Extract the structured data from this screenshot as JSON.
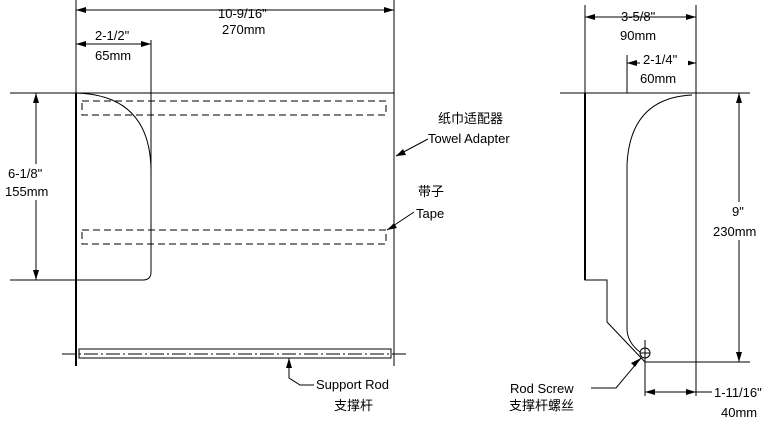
{
  "front_view": {
    "width_dim": {
      "imperial": "10-9/16\"",
      "metric": "270mm"
    },
    "slot_width_dim": {
      "imperial": "2-1/2\"",
      "metric": "65mm"
    },
    "height_dim": {
      "imperial": "6-1/8\"",
      "metric": "155mm"
    },
    "towel_adapter": {
      "chinese": "纸巾适配器",
      "english": "Towel Adapter"
    },
    "tape": {
      "chinese": "带子",
      "english": "Tape"
    },
    "support_rod": {
      "english": "Support Rod",
      "chinese": "支撑杆"
    }
  },
  "side_view": {
    "depth_dim": {
      "imperial": "3-5/8\"",
      "metric": "90mm"
    },
    "slot_depth_dim": {
      "imperial": "2-1/4\"",
      "metric": "60mm"
    },
    "height_dim": {
      "imperial": "9\"",
      "metric": "230mm"
    },
    "rod_offset_dim": {
      "imperial": "1-11/16\"",
      "metric": "40mm"
    },
    "rod_screw": {
      "english": "Rod Screw",
      "chinese": "支撑杆螺丝"
    }
  }
}
